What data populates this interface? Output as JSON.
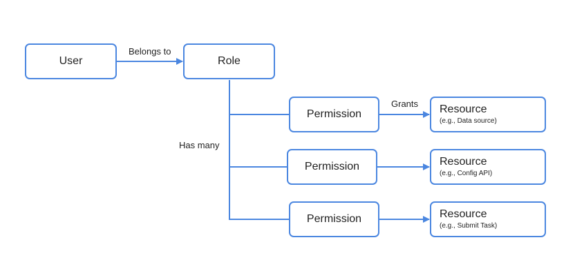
{
  "diagram": {
    "user": {
      "label": "User"
    },
    "role": {
      "label": "Role"
    },
    "edges": {
      "belongs_to": "Belongs to",
      "has_many": "Has many",
      "grants": "Grants"
    },
    "permissions": [
      {
        "label": "Permission"
      },
      {
        "label": "Permission"
      },
      {
        "label": "Permission"
      }
    ],
    "resources": [
      {
        "title": "Resource",
        "example": "(e.g., Data source)"
      },
      {
        "title": "Resource",
        "example": "(e.g., Config API)"
      },
      {
        "title": "Resource",
        "example": "(e.g., Submit Task)"
      }
    ],
    "colors": {
      "stroke": "#4a86e0",
      "text": "#1f1f1f",
      "background": "#ffffff"
    }
  }
}
